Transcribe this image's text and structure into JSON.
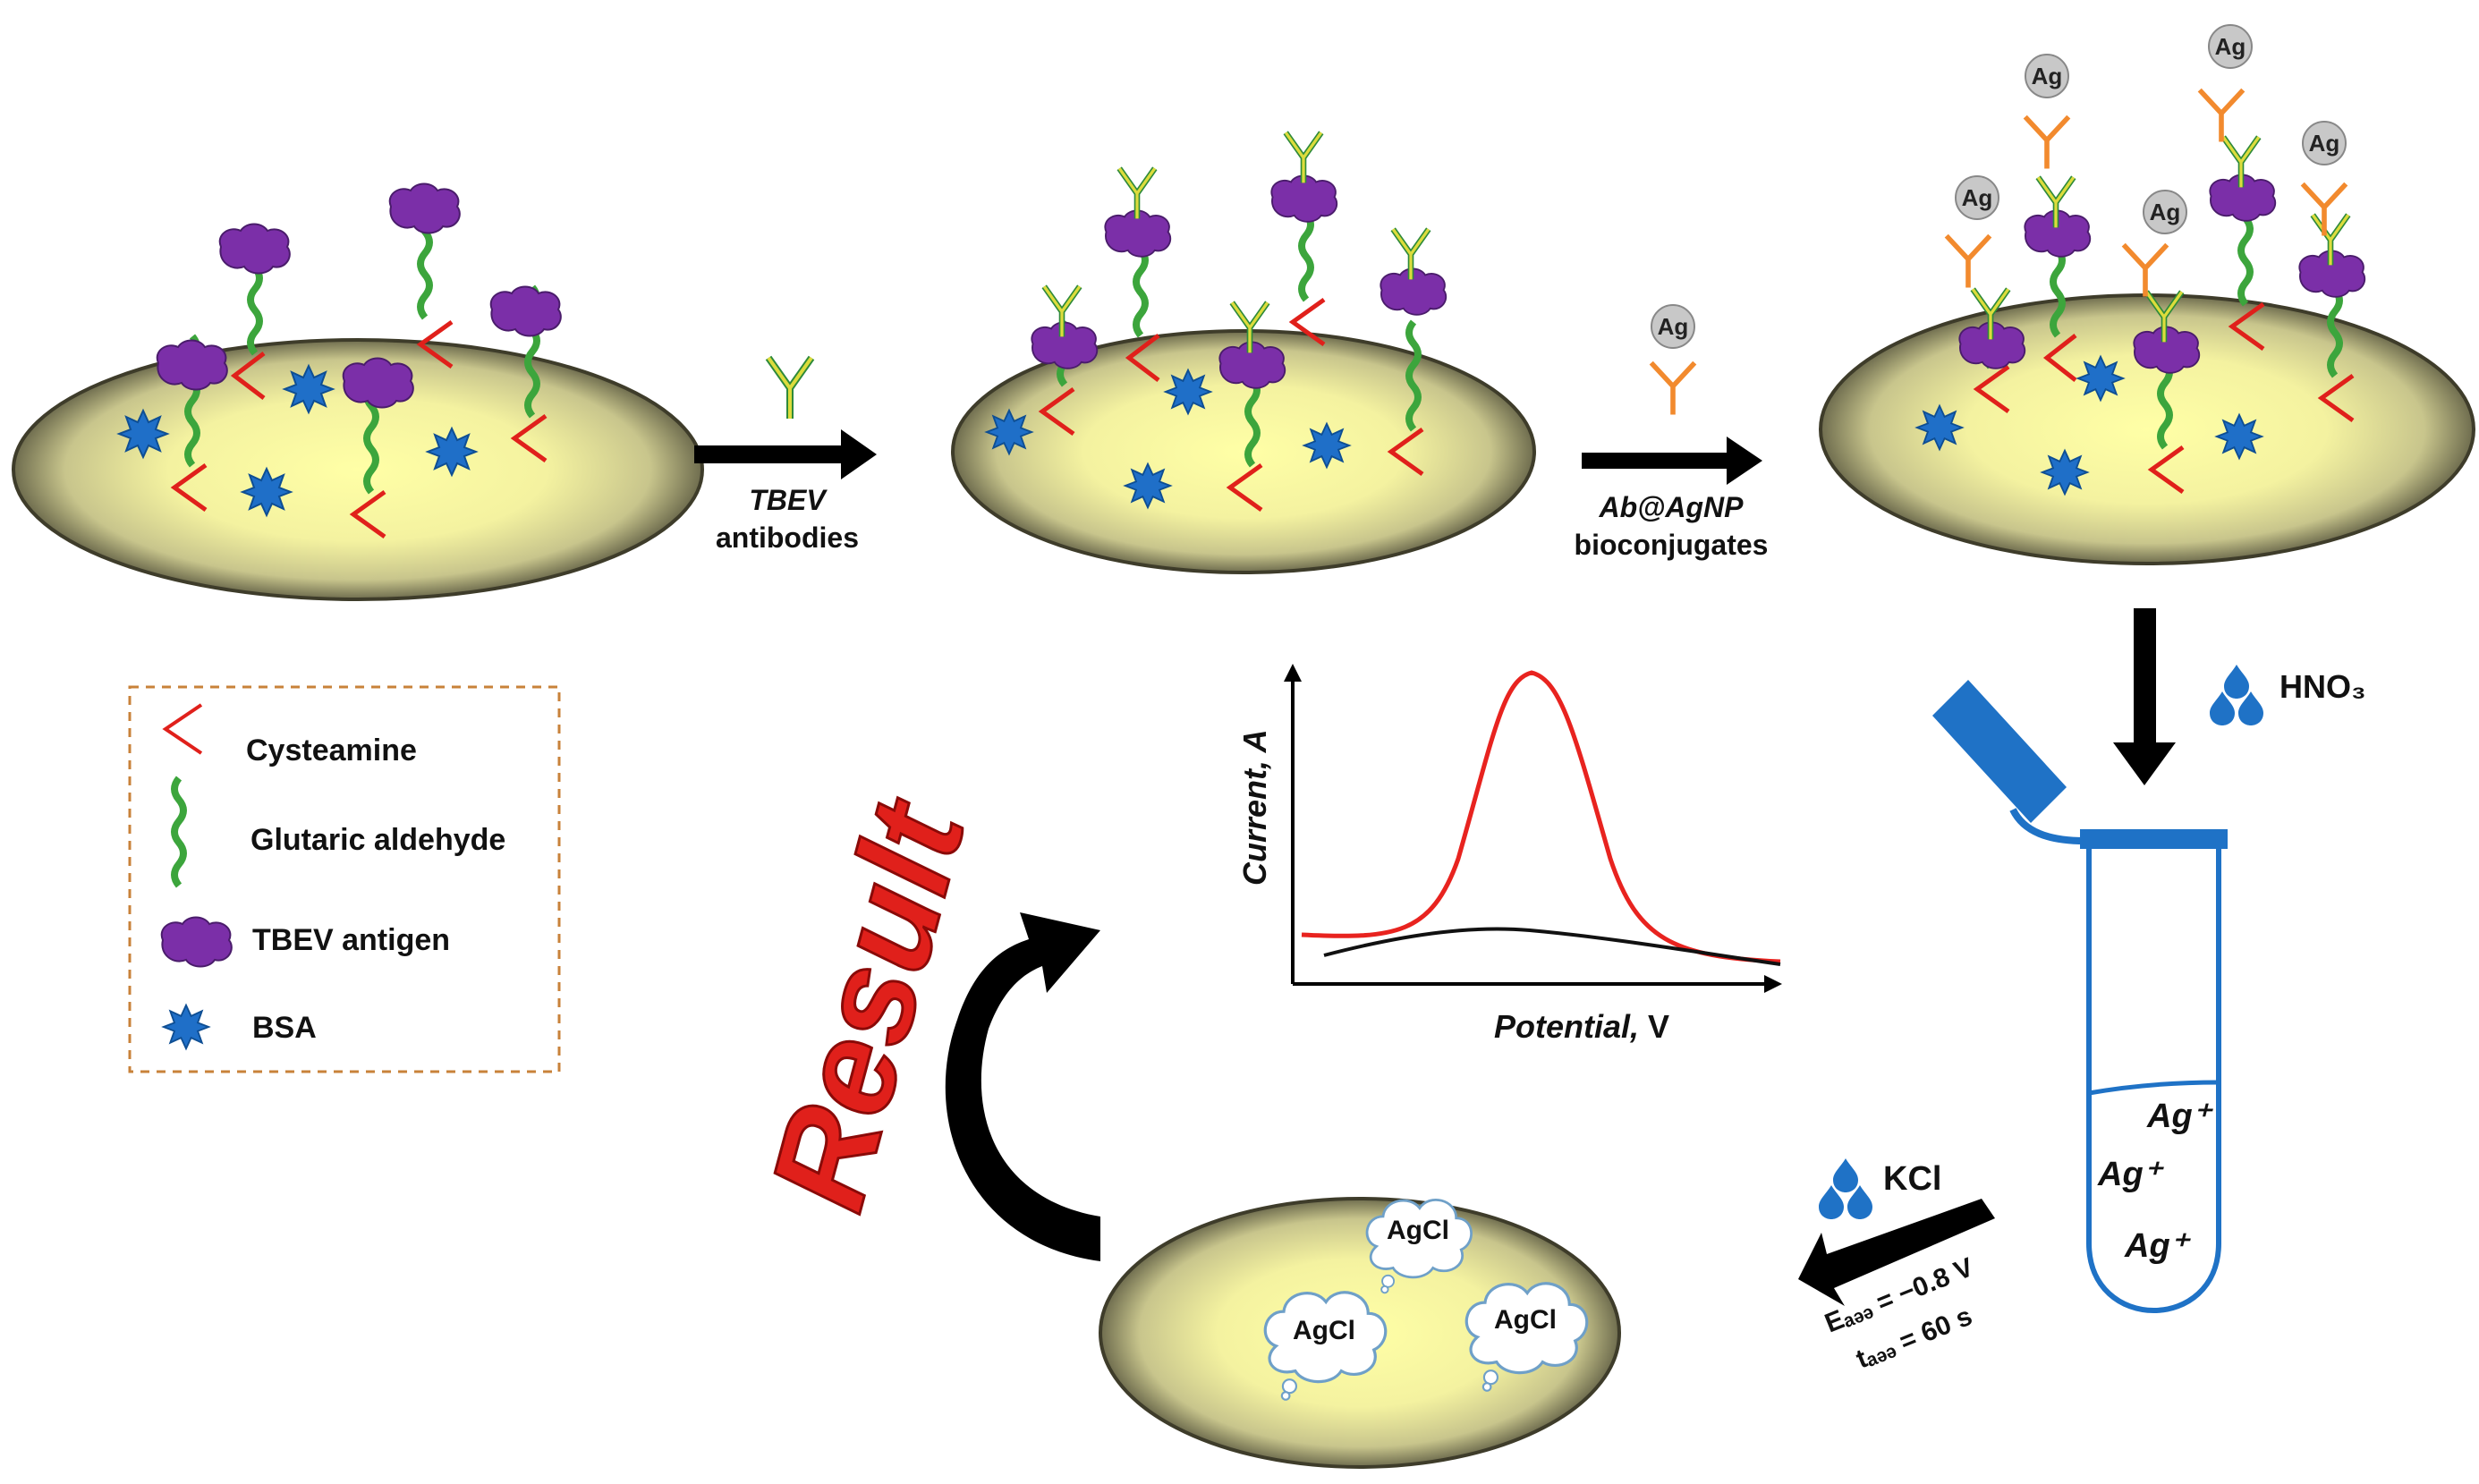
{
  "steps": {
    "step1_arrow_top": "TBEV",
    "step1_arrow_bottom": "antibodies",
    "step2_arrow_top": "Ab@AgNP",
    "step2_arrow_bottom": "bioconjugates",
    "ag_label": "Ag",
    "hno3": "HNO₃",
    "kcl": "KCl",
    "e_acc": "Eₐₔₔ = −0.8 V",
    "t_acc": "tₐₔₔ = 60 s",
    "ag_plus": "Ag⁺",
    "agcl": "AgCl",
    "result": "Result"
  },
  "legend": {
    "cysteamine": "Cysteamine",
    "glutaric": "Glutaric aldehyde",
    "antigen": "TBEV antigen",
    "bsa": "BSA"
  },
  "plot": {
    "ylabel": "Current, A",
    "xlabel_italic": "Potential,",
    "xlabel_unit": " V"
  },
  "colors": {
    "antigen": "#7B2FA8",
    "bsa": "#1F6FC8",
    "cysteamine": "#E0201B",
    "glutaric": "#3CA53C",
    "antibody": "#D6D63A",
    "ab_agnp": "#F28A2E",
    "tube": "#1F72C6",
    "peak_curve": "#E8231F",
    "result": "#E0201B"
  }
}
